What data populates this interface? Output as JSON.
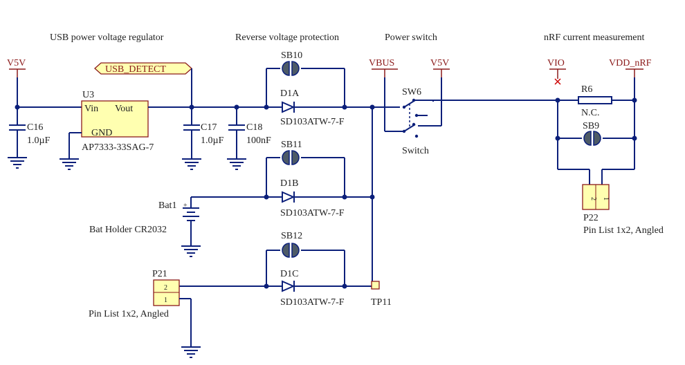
{
  "titles": {
    "usb": "USB power  voltage regulator",
    "reverse": "Reverse voltage protection",
    "power": "Power switch",
    "nrf": "nRF current measurement"
  },
  "nets": {
    "v5v_left": "V5V",
    "usb_detect": "USB_DETECT",
    "vbus": "VBUS",
    "v5v_right": "V5V",
    "vio": "VIO",
    "vdd_nrf": "VDD_nRF"
  },
  "regulator": {
    "ref": "U3",
    "vin": "Vin",
    "vout": "Vout",
    "gnd": "GND",
    "part": "AP7333-33SAG-7"
  },
  "caps": {
    "c16": {
      "ref": "C16",
      "value": "1.0µF"
    },
    "c17": {
      "ref": "C17",
      "value": "1.0µF"
    },
    "c18": {
      "ref": "C18",
      "value": "100nF"
    }
  },
  "solder_bridges": {
    "sb10": "SB10",
    "sb11": "SB11",
    "sb12": "SB12",
    "sb9": "SB9"
  },
  "diodes": {
    "d1a": {
      "ref": "D1A",
      "part": "SD103ATW-7-F"
    },
    "d1b": {
      "ref": "D1B",
      "part": "SD103ATW-7-F"
    },
    "d1c": {
      "ref": "D1C",
      "part": "SD103ATW-7-F"
    }
  },
  "battery": {
    "ref": "Bat1",
    "plus": "+",
    "holder": "Bat Holder CR2032"
  },
  "p21": {
    "ref": "P21",
    "pin2": "2",
    "pin1": "1",
    "desc": "Pin List 1x2, Angled"
  },
  "tp11": {
    "ref": "TP11"
  },
  "switch": {
    "ref": "SW6",
    "desc": "Switch"
  },
  "r6": {
    "ref": "R6",
    "value": "N.C."
  },
  "p22": {
    "ref": "P22",
    "pin2": "2",
    "pin1": "1",
    "desc": "Pin List 1x2, Angled"
  }
}
